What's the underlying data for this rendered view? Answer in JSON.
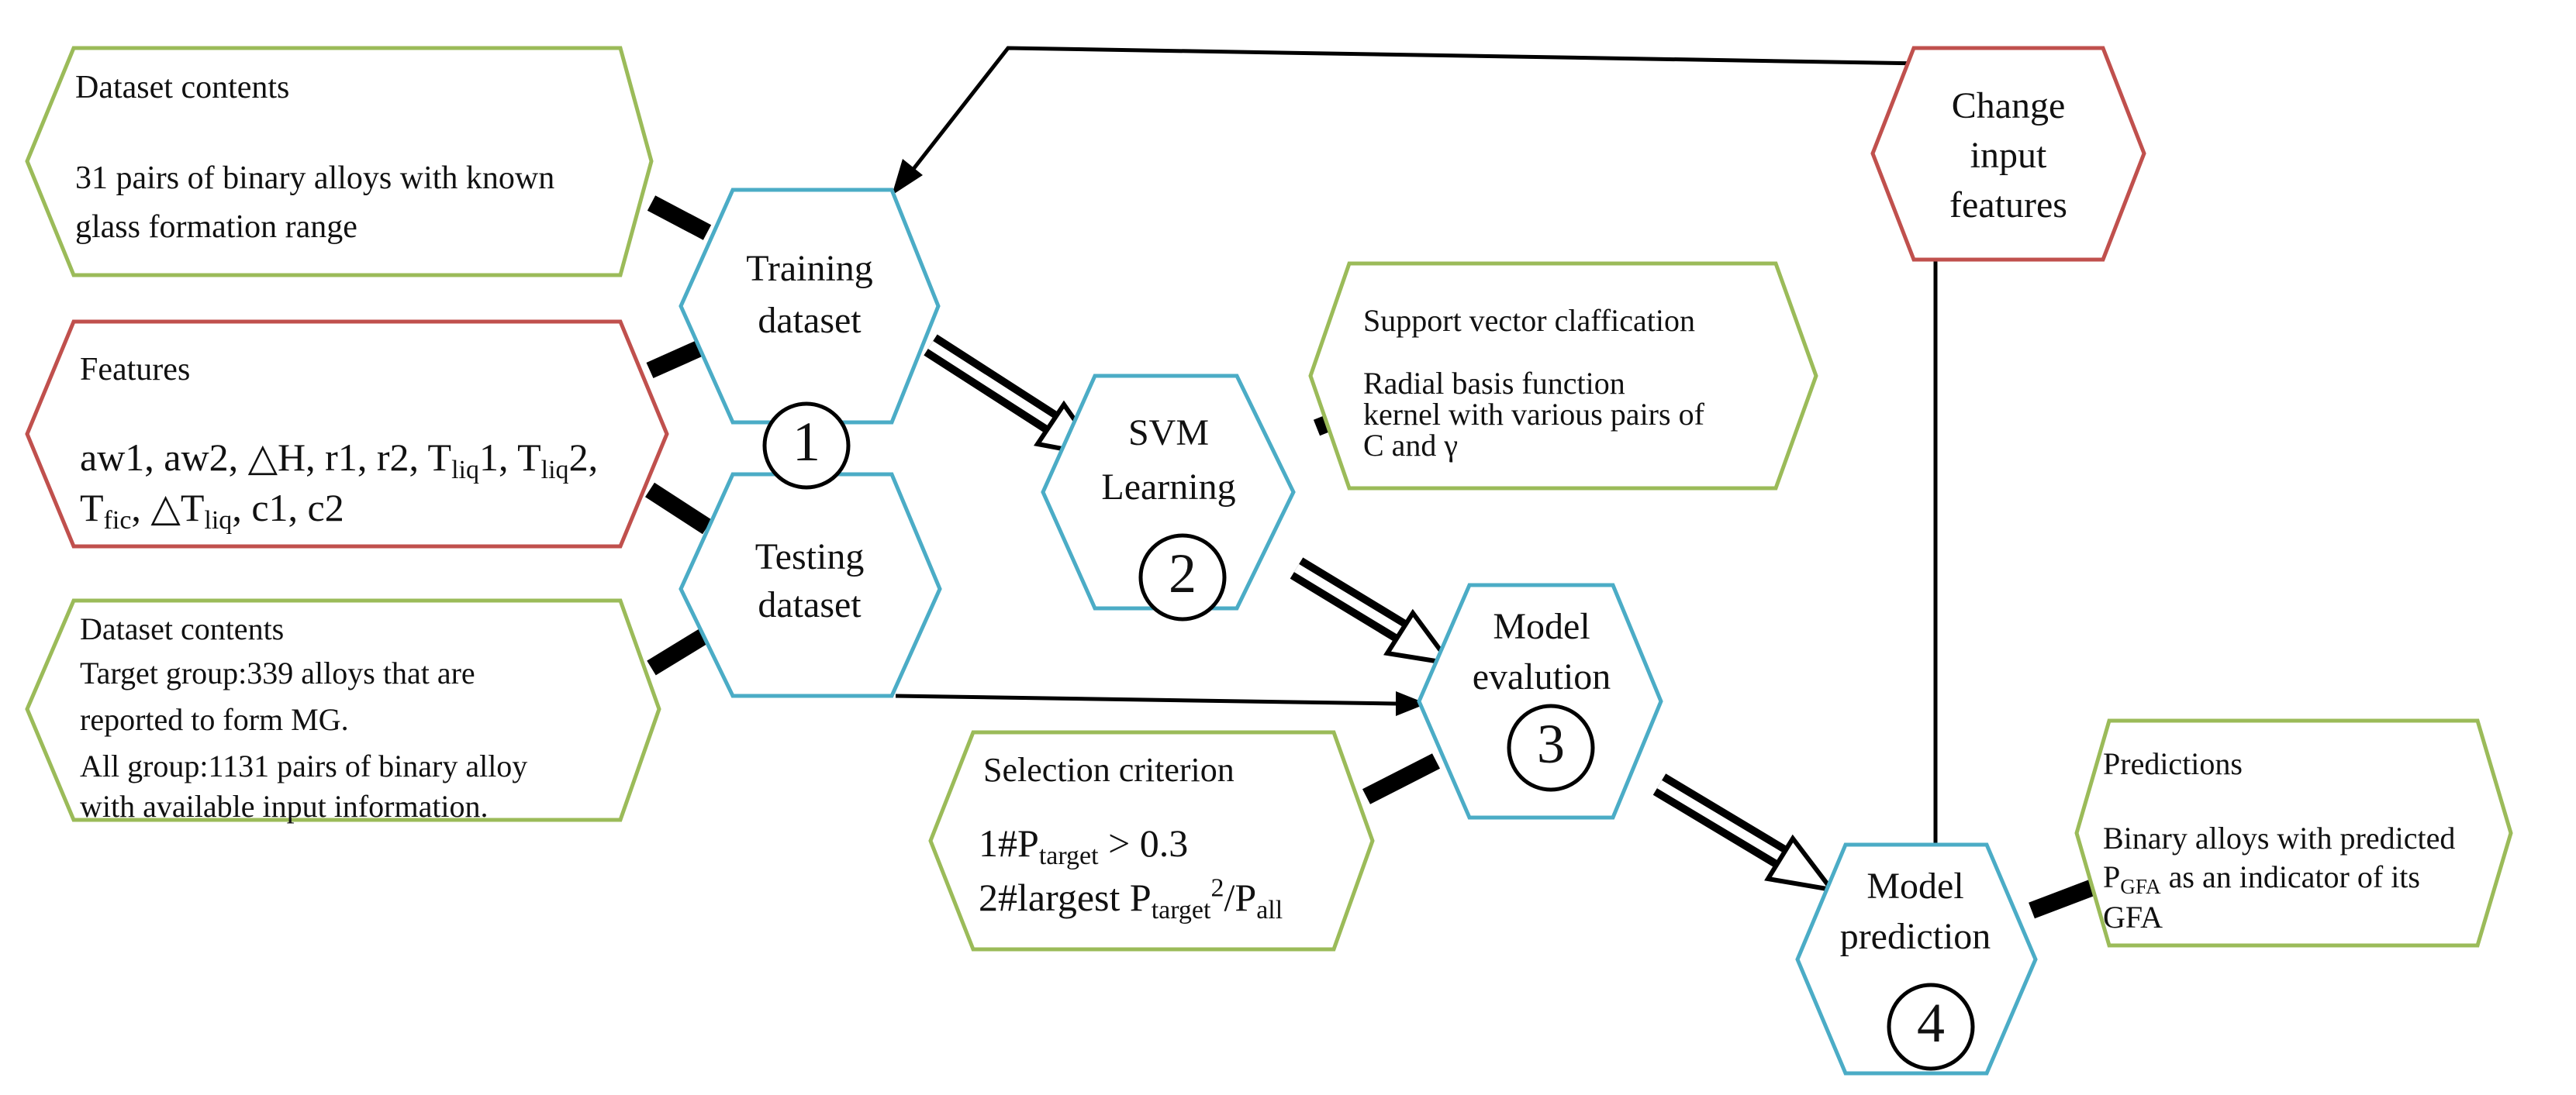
{
  "colors": {
    "blue": "#4bacc6",
    "green": "#9bbb59",
    "red": "#c0504d",
    "line": "#000000"
  },
  "boxes": {
    "dataset_top": {
      "title": "Dataset contents",
      "line1": "31 pairs of binary alloys with known",
      "line2": "glass formation range"
    },
    "features": {
      "title": "Features",
      "line1": {
        "a": "aw1, aw2, △H, r1, r2, T",
        "b": "liq",
        "c": "1, T",
        "d": "liq",
        "e": "2,"
      },
      "line2": {
        "a": "T",
        "b": "fic",
        "c": ", △T",
        "d": "liq",
        "e": ", c1, c2"
      }
    },
    "dataset_bottom": {
      "title": "Dataset contents",
      "line1": "Target group:339 alloys that are",
      "line2": "reported to form MG.",
      "line3": "All group:1131 pairs of binary alloy",
      "line4": "with available input information."
    },
    "svc": {
      "title": "Support vector claffication",
      "line1": "Radial basis function",
      "line2": "kernel with various pairs of",
      "line3": "C and γ"
    },
    "selection": {
      "title": "Selection criterion",
      "line1": {
        "a": "1#P",
        "b": "target",
        "c": " > 0.3"
      },
      "line2": {
        "a": "2#largest P",
        "b": "target",
        "c": "2",
        "d": "/P",
        "e": "all"
      }
    },
    "predictions": {
      "title": "Predictions",
      "line1": "Binary alloys with predicted",
      "line2": {
        "a": "P",
        "b": "GFA",
        "c": " as an indicator of its"
      },
      "line3": "GFA"
    },
    "change": {
      "line1": "Change",
      "line2": "input",
      "line3": "features"
    }
  },
  "steps": {
    "training": {
      "line1": "Training",
      "line2": "dataset"
    },
    "testing": {
      "line1": "Testing",
      "line2": "dataset"
    },
    "svm": {
      "line1": "SVM",
      "line2": "Learning",
      "number": "2"
    },
    "evaluation": {
      "line1": "Model",
      "line2": "evalution",
      "number": "3"
    },
    "prediction": {
      "line1": "Model",
      "line2": "prediction",
      "number": "4"
    },
    "step1_number": "1"
  }
}
